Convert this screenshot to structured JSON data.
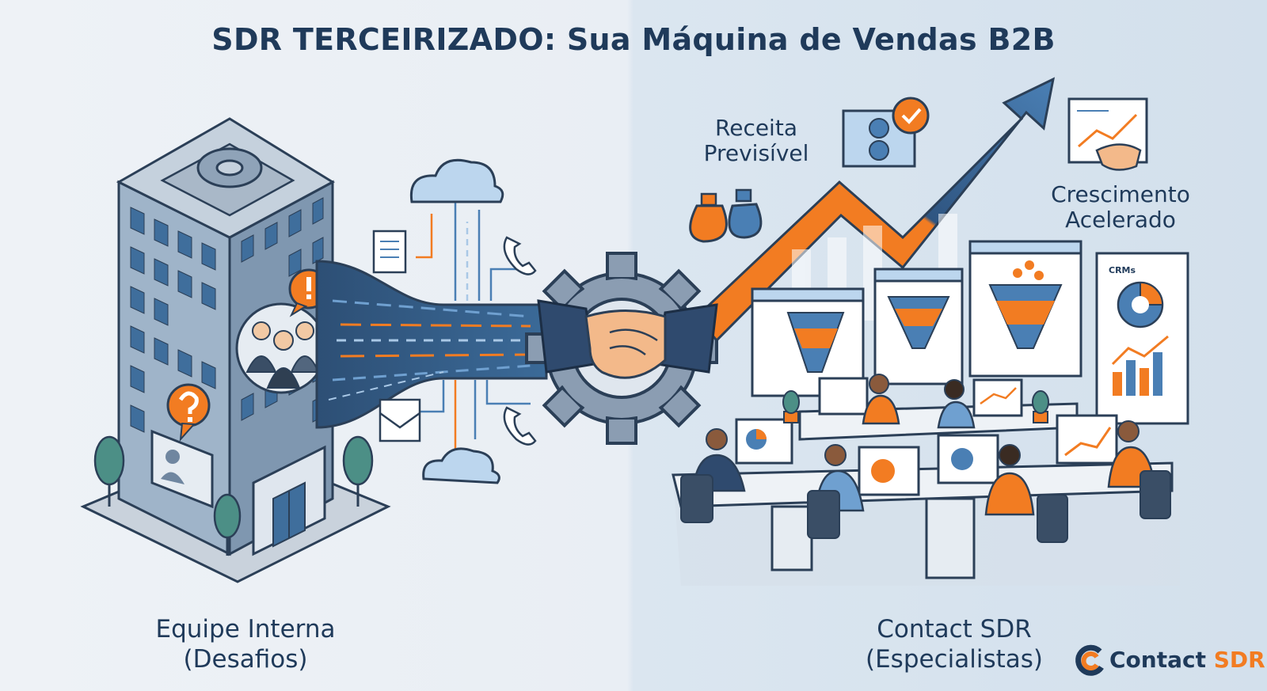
{
  "title": "SDR TERCEIRIZADO: Sua Máquina de Vendas B2B",
  "left_caption": {
    "line1": "Equipe Interna",
    "line2": "(Desafios)"
  },
  "right_caption": {
    "line1": "Contact SDR",
    "line2": "(Especialistas)"
  },
  "receita_label": {
    "line1": "Receita",
    "line2": "Previsível"
  },
  "crescimento_label": {
    "line1": "Crescimento",
    "line2": "Acelerado"
  },
  "crm_label": "CRMs",
  "brand": {
    "name_part1": "Contact",
    "name_part2": "SDR"
  },
  "colors": {
    "navy": "#1f3a5a",
    "orange": "#f27c22",
    "blue": "#4a7fb4",
    "light_blue": "#a9c8e6"
  }
}
